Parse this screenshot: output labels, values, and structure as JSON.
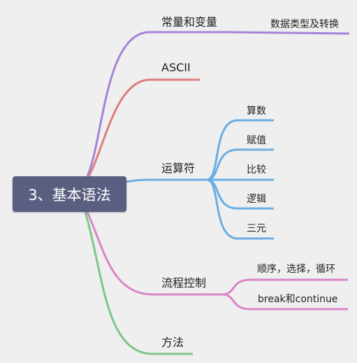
{
  "root": {
    "label": "3、基本语法"
  },
  "branches": [
    {
      "id": "constants",
      "label": "常量和变量",
      "color": "#a583d9",
      "children": [
        {
          "label": "数据类型及转换"
        }
      ]
    },
    {
      "id": "ascii",
      "label": "ASCII",
      "color": "#e07c7c",
      "children": []
    },
    {
      "id": "operators",
      "label": "运算符",
      "color": "#6aaee3",
      "children": [
        {
          "label": "算数"
        },
        {
          "label": "赋值"
        },
        {
          "label": "比较"
        },
        {
          "label": "逻辑"
        },
        {
          "label": "三元"
        }
      ]
    },
    {
      "id": "flow",
      "label": "流程控制",
      "color": "#d985c8",
      "children": [
        {
          "label": "顺序，选择，循环"
        },
        {
          "label": "break和continue"
        }
      ]
    },
    {
      "id": "methods",
      "label": "方法",
      "color": "#7ec786",
      "children": []
    }
  ]
}
